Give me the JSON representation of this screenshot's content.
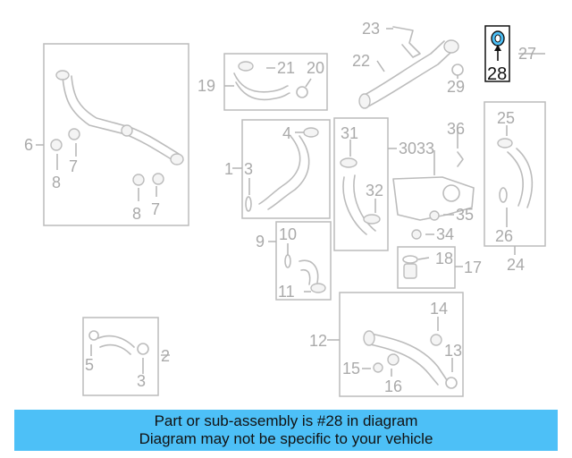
{
  "diagram": {
    "highlight_color": "#4dc0f7",
    "callouts": {
      "c1": "1",
      "c2": "2",
      "c3a": "3",
      "c3b": "3",
      "c4": "4",
      "c5": "5",
      "c6": "6",
      "c7a": "7",
      "c7b": "7",
      "c8a": "8",
      "c8b": "8",
      "c9": "9",
      "c10": "10",
      "c11": "11",
      "c12": "12",
      "c13": "13",
      "c14": "14",
      "c15": "15",
      "c16": "16",
      "c17": "17",
      "c18": "18",
      "c19": "19",
      "c20": "20",
      "c21": "21",
      "c22": "22",
      "c23": "23",
      "c24": "24",
      "c25": "25",
      "c26": "26",
      "c27": "27",
      "c28": "28",
      "c29": "29",
      "c3033": "3033",
      "c31": "31",
      "c32": "32",
      "c34": "34",
      "c35": "35",
      "c36": "36"
    }
  },
  "banner": {
    "line1": "Part or sub-assembly is #28 in diagram",
    "line2": "Diagram may not be specific to your vehicle",
    "background": "#4dc0f7"
  }
}
